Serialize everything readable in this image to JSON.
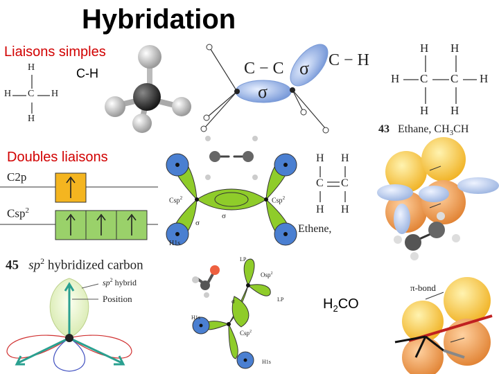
{
  "title": "Hybridation",
  "section_single": "Liaisons simples",
  "ch_label": "C-H",
  "section_double": "Doubles liaisons",
  "h2co_label": "H",
  "h2co_sub": "2",
  "h2co_tail": "CO",
  "lewis_methane": {
    "atoms": [
      "H",
      "H",
      "C",
      "H",
      "H"
    ]
  },
  "sigma_diagram": {
    "cc": "C − C",
    "sigma1": "σ",
    "ch": "C − H",
    "sigma2": "σ"
  },
  "ethane": {
    "h": "H",
    "c": "C",
    "caption_num": "43",
    "caption_text": "Ethane, CH",
    "caption_sub": "3",
    "caption_tail": "CH"
  },
  "energy": {
    "c2p": "C2p",
    "csp2": "Csp",
    "csp2_sup": "2"
  },
  "sp2_orbital": {
    "csp2_left": "Csp",
    "csp2_right": "Csp",
    "sup": "2",
    "sigma_left": "σ",
    "sigma_center": "σ",
    "h1s": "H1s"
  },
  "ethene_lewis": {
    "h": "H",
    "c": "C",
    "caption": "Ethene,"
  },
  "sp2_carbon": {
    "number": "45",
    "text_sup": "2",
    "text": "sp",
    "text_tail": " hybridized carbon",
    "hybrid_label_sp": "sp",
    "hybrid_label_sup": "2",
    "hybrid_label_tail": " hybrid",
    "position": "Position"
  },
  "h2co_orbital": {
    "lp": "LP",
    "osp2": "Osp",
    "sup": "2",
    "sigma": "σ",
    "h1s": "H1s",
    "csp2": "Csp"
  },
  "pi_bond": {
    "label": "π-bond"
  },
  "colors": {
    "red": "#d10000",
    "green": "#8fcc2a",
    "blue": "#4a7fd1",
    "yellow": "#f4b520",
    "orange": "#f0a050"
  }
}
